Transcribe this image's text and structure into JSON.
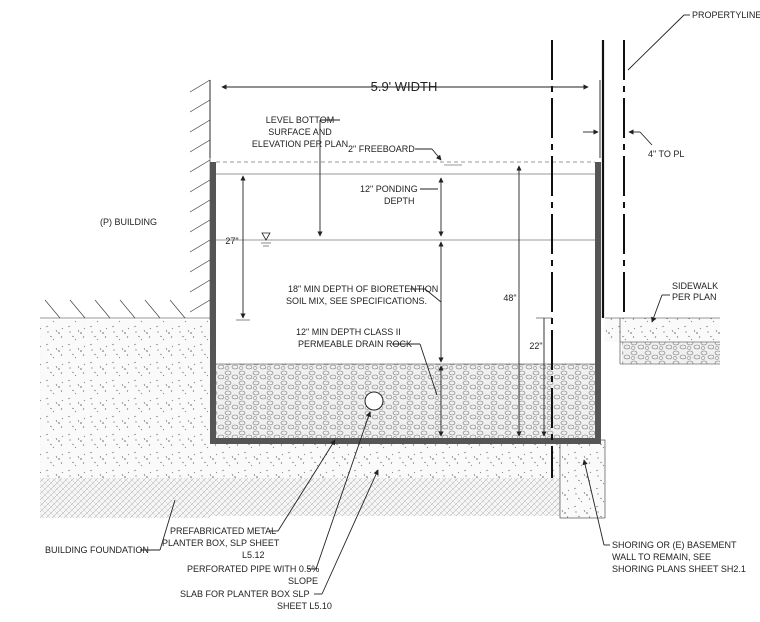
{
  "width_label": "5.9' WIDTH",
  "property_line": "PROPERTYLINE",
  "to_pl": "4\" TO PL",
  "level_bottom": [
    "LEVEL BOTTOM",
    "SURFACE AND",
    "ELEVATION PER PLAN"
  ],
  "freeboard": "2\" FREEBOARD",
  "ponding": [
    "12\" PONDING",
    "DEPTH"
  ],
  "building": "(P) BUILDING",
  "dim_27": "27\"",
  "soil_mix": [
    "18\" MIN DEPTH OF BIORETENTION",
    "SOIL MIX, SEE SPECIFICATIONS."
  ],
  "dim_48": "48\"",
  "drain_rock": [
    "12\" MIN DEPTH CLASS II",
    "PERMEABLE DRAIN ROCK"
  ],
  "dim_22": "22\"",
  "sidewalk": [
    "SIDEWALK",
    "PER PLAN"
  ],
  "building_foundation": "BUILDING FOUNDATION",
  "planter_box": [
    "PREFABRICATED METAL",
    "PLANTER BOX, SLP SHEET",
    "L5.12"
  ],
  "perforated_pipe": [
    "PERFORATED PIPE WITH 0.5%",
    "SLOPE"
  ],
  "slab": [
    "SLAB FOR PLANTER BOX SLP",
    "SHEET L5.10"
  ],
  "shoring": [
    "SHORING OR (E) BASEMENT",
    "WALL TO REMAIN, SEE",
    "SHORING PLANS SHEET SH2.1"
  ],
  "colors": {
    "line": "#222222",
    "wall": "#555555",
    "rock": "#e8e8e8",
    "soil": "#f4f4f4"
  }
}
